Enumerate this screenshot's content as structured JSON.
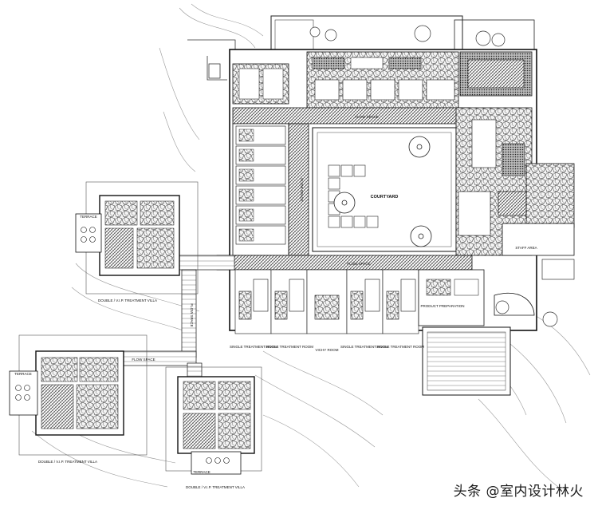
{
  "labels": {
    "courtyard": "COURTYARD",
    "flow_space_north": "FLOW SPACE",
    "flow_space_south": "FLOW SPACE",
    "flow_space_west": "FLOW SPACE",
    "flow_space_lower": "FLOW SPACE",
    "flow_space_vertical": "FLOW SPACE",
    "terrace_left": "TERRACE",
    "terrace_lower_left": "TERRACE",
    "terrace_bottom": "TERRACE",
    "villa_1": "DOUBLE / V.I.P. TREATMENT VILLA",
    "villa_2": "DOUBLE / V.I.P. TREATMENT VILLA",
    "villa_3": "DOUBLE / V.I.P. TREATMENT VILLA",
    "room_1": "SINGLE TREATMENT ROOM",
    "room_2": "SINGLE TREATMENT ROOM",
    "room_3": "VICHY ROOM",
    "room_4": "SINGLE TREATMENT ROOM",
    "room_5": "SINGLE TREATMENT ROOM",
    "product_prep": "PRODUCT PREPARATION",
    "staff_area": "STAFF AREA"
  },
  "watermark": "头条 @室内设计林火"
}
